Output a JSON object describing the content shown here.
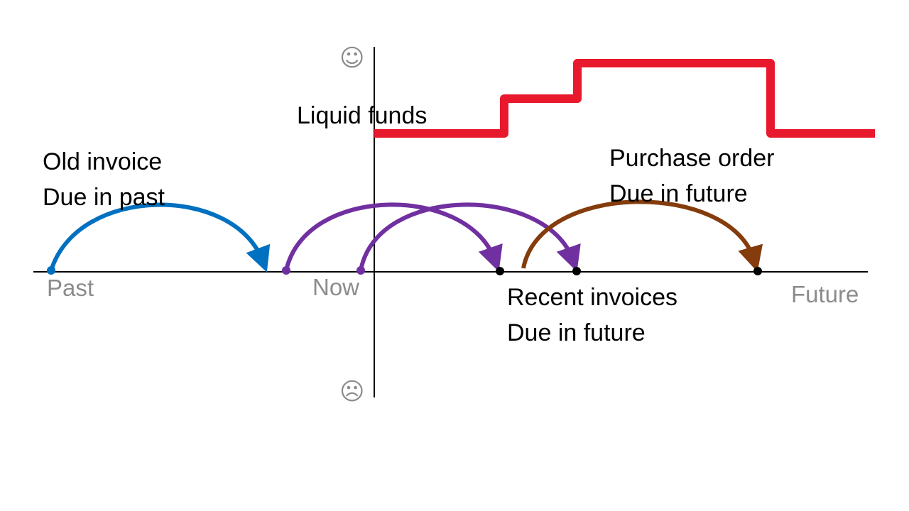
{
  "labels": {
    "liquid_funds": "Liquid funds",
    "old_invoice_line1": "Old invoice",
    "old_invoice_line2": "Due in past",
    "purchase_order_line1": "Purchase order",
    "purchase_order_line2": "Due in future",
    "recent_invoices_line1": "Recent invoices",
    "recent_invoices_line2": "Due in future",
    "axis_past": "Past",
    "axis_now": "Now",
    "axis_future": "Future",
    "happy_face": "☺",
    "sad_face": "☹"
  },
  "colors": {
    "liquid_funds_line": "#e8192c",
    "old_invoice_arrow": "#0070c0",
    "recent_invoice_arrows": "#7030a0",
    "purchase_order_arrow": "#843c0c",
    "axis": "#000000",
    "axis_labels": "#8c8c8c",
    "faces": "#8c8c8c"
  },
  "icons": {
    "top_of_axis": "smiley-face-icon",
    "bottom_of_axis": "frowning-face-icon"
  }
}
